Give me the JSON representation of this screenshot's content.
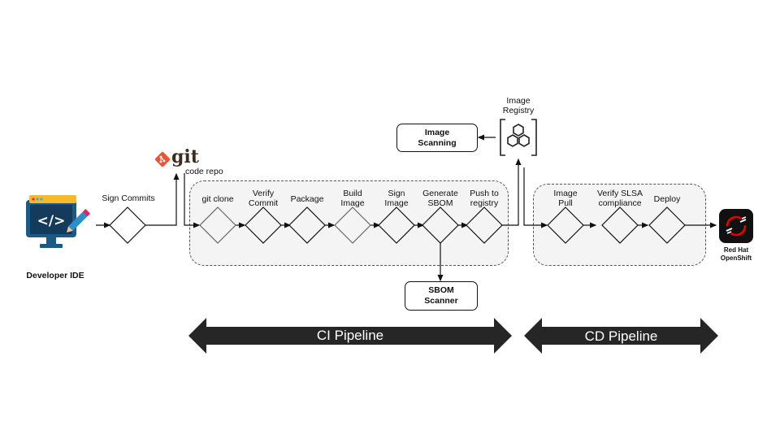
{
  "developer": {
    "label": "Developer IDE"
  },
  "sign_commits": {
    "label": "Sign Commits"
  },
  "git": {
    "logo_text": "git",
    "label": "code repo"
  },
  "ci_steps": [
    {
      "label_lines": [
        "git clone"
      ]
    },
    {
      "label_lines": [
        "Verify",
        "Commit"
      ]
    },
    {
      "label_lines": [
        "Package"
      ]
    },
    {
      "label_lines": [
        "Build",
        "Image"
      ]
    },
    {
      "label_lines": [
        "Sign",
        "Image"
      ]
    },
    {
      "label_lines": [
        "Generate",
        "SBOM"
      ]
    },
    {
      "label_lines": [
        "Push to",
        "registry"
      ]
    }
  ],
  "cd_steps": [
    {
      "label_lines": [
        "Image",
        "Pull"
      ]
    },
    {
      "label_lines": [
        "Verify SLSA",
        "compliance"
      ]
    },
    {
      "label_lines": [
        "Deploy"
      ]
    }
  ],
  "registry": {
    "label_lines": [
      "Image",
      "Registry"
    ]
  },
  "image_scanning": {
    "label_lines": [
      "Image",
      "Scanning"
    ]
  },
  "sbom_scanner": {
    "label_lines": [
      "SBOM",
      "Scanner"
    ]
  },
  "openshift": {
    "label_lines": [
      "Red Hat",
      "OpenShift"
    ]
  },
  "banners": {
    "ci": "CI Pipeline",
    "cd": "CD Pipeline"
  },
  "colors": {
    "git_orange": "#f05133",
    "openshift_red": "#e00",
    "banner": "#262626",
    "ide_blue": "#1b5a85",
    "ide_screen": "#143a5c",
    "ide_bar": "#f7b928"
  }
}
